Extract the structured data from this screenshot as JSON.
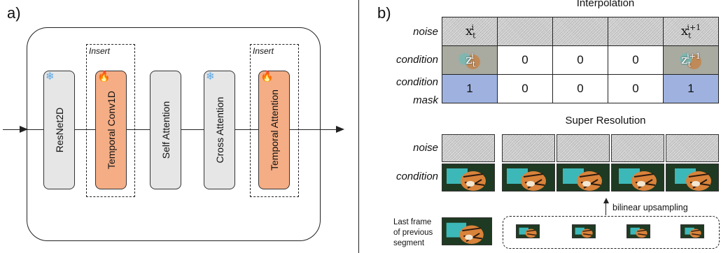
{
  "panel_a": {
    "label": "a)",
    "insert_label": "Insert",
    "layers": [
      {
        "name": "ResNet2D",
        "trainable": false,
        "badge": "❄"
      },
      {
        "name": "Temporal Conv1D",
        "trainable": true,
        "badge": "🔥"
      },
      {
        "name": "Self Attention",
        "trainable": false,
        "badge": ""
      },
      {
        "name": "Cross Attention",
        "trainable": false,
        "badge": "❄"
      },
      {
        "name": "Temporal Attention",
        "trainable": true,
        "badge": "🔥"
      }
    ]
  },
  "panel_b": {
    "label": "b)",
    "interpolation": {
      "title": "Interpolation",
      "row_labels": {
        "noise": "noise",
        "condition": "condition",
        "mask_line1": "condition",
        "mask_line2": "mask"
      },
      "noise_first": {
        "base": "x",
        "sub": "t",
        "sup": "i"
      },
      "noise_last": {
        "base": "x",
        "sub": "t",
        "sup": "i+1"
      },
      "cond_first": {
        "base": "z",
        "sub": "t",
        "sup": "i"
      },
      "cond_last": {
        "base": "z",
        "sub": "t",
        "sup": "i+1"
      },
      "cond_middle": [
        "0",
        "0",
        "0"
      ],
      "mask_values": [
        "1",
        "0",
        "0",
        "0",
        "1"
      ]
    },
    "super_resolution": {
      "title": "Super Resolution",
      "row_labels": {
        "noise": "noise",
        "condition": "condition"
      },
      "upsample_label": "bilinear upsampling",
      "last_frame_caption": [
        "Last frame",
        "of previous",
        "segment"
      ]
    },
    "colors": {
      "mask_on": "#9fb2df",
      "trainable": "#f4ad85",
      "frozen": "#e6e6e6"
    }
  }
}
